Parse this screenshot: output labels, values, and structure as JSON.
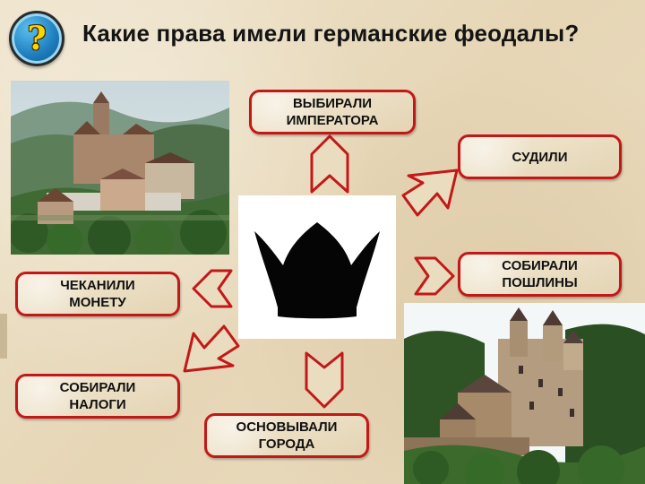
{
  "title": "Какие права имели германские феодалы?",
  "help_badge": {
    "glyph": "?",
    "icon": "question-icon",
    "colors": {
      "fill": "#1f7fbf",
      "glyph": "#ffd300"
    }
  },
  "boxes": {
    "elect_emperor": {
      "line1": "ВЫБИРАЛИ",
      "line2": "ИМПЕРАТОРА"
    },
    "judged": {
      "line1": "СУДИЛИ"
    },
    "collected_duties": {
      "line1": "СОБИРАЛИ",
      "line2": "ПОШЛИНЫ"
    },
    "minted_coins": {
      "line1": "ЧЕКАНИЛИ",
      "line2": "МОНЕТУ"
    },
    "collected_taxes": {
      "line1": "СОБИРАЛИ",
      "line2": "НАЛОГИ"
    },
    "founded_cities": {
      "line1": "ОСНОВЫВАЛИ",
      "line2": "ГОРОДА"
    }
  },
  "center_image": {
    "icon": "crown-icon"
  },
  "photos": [
    {
      "subject": "castle-photo"
    },
    {
      "subject": "castle-photo"
    }
  ],
  "colors": {
    "box_border": "#c31818",
    "box_fill": "#ecdfc3",
    "arrow_fill": "#eadcbf",
    "arrow_border": "#c31818"
  }
}
